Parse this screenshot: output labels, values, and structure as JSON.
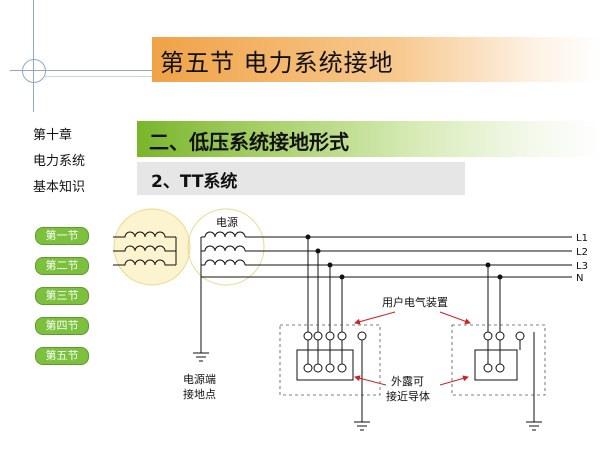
{
  "title": "第五节  电力系统接地",
  "chapter": {
    "line1": "第十章",
    "line2": "电力系统",
    "line3": "基本知识"
  },
  "section": "二、低压系统接地形式",
  "subsection": "2、TT系统",
  "nav": [
    "第一节",
    "第二节",
    "第三节",
    "第四节",
    "第五节"
  ],
  "diagram": {
    "source_label": "电源",
    "lines": [
      "L1",
      "L2",
      "L3",
      "N"
    ],
    "equipment_label": "用户电气装置",
    "ground_label_line1": "电源端",
    "ground_label_line2": "接地点",
    "exposed_label_line1": "外露可",
    "exposed_label_line2": "接近导体"
  },
  "colors": {
    "title_bar": "#f0a246",
    "section_bar": "#79b52a",
    "nav_button": "#7cc13d",
    "subsection_bar": "#e6e6e6"
  }
}
